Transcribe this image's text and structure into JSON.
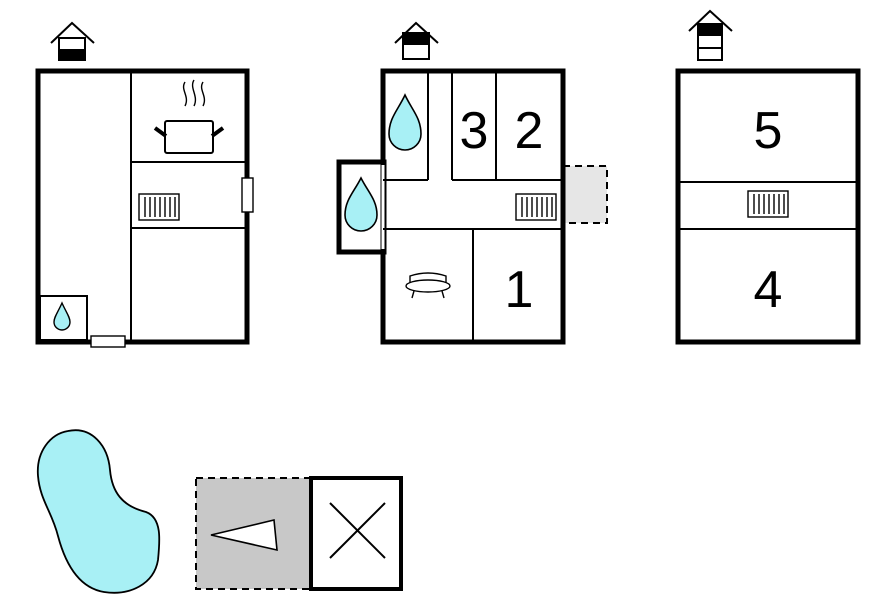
{
  "colors": {
    "water": "#a8f0f5",
    "terrace": "#c8c8c8",
    "balcony": "#e6e6e6",
    "wall": "#000000"
  },
  "floors": [
    {
      "name": "ground-floor",
      "rooms": [],
      "icons": [
        "kitchen-pot-icon",
        "radiator-icon",
        "shower-drop-icon",
        "door-icon",
        "window-icon"
      ]
    },
    {
      "name": "first-floor",
      "rooms": [
        "3",
        "2",
        "1"
      ],
      "icons": [
        "shower-drop-icon",
        "shower-drop-icon",
        "radiator-icon",
        "sofa-icon",
        "balcony-icon"
      ]
    },
    {
      "name": "second-floor",
      "rooms": [
        "5",
        "4"
      ],
      "icons": [
        "radiator-icon"
      ]
    }
  ],
  "outdoor": {
    "icons": [
      "pool-icon",
      "terrace-icon",
      "parking-icon"
    ]
  }
}
